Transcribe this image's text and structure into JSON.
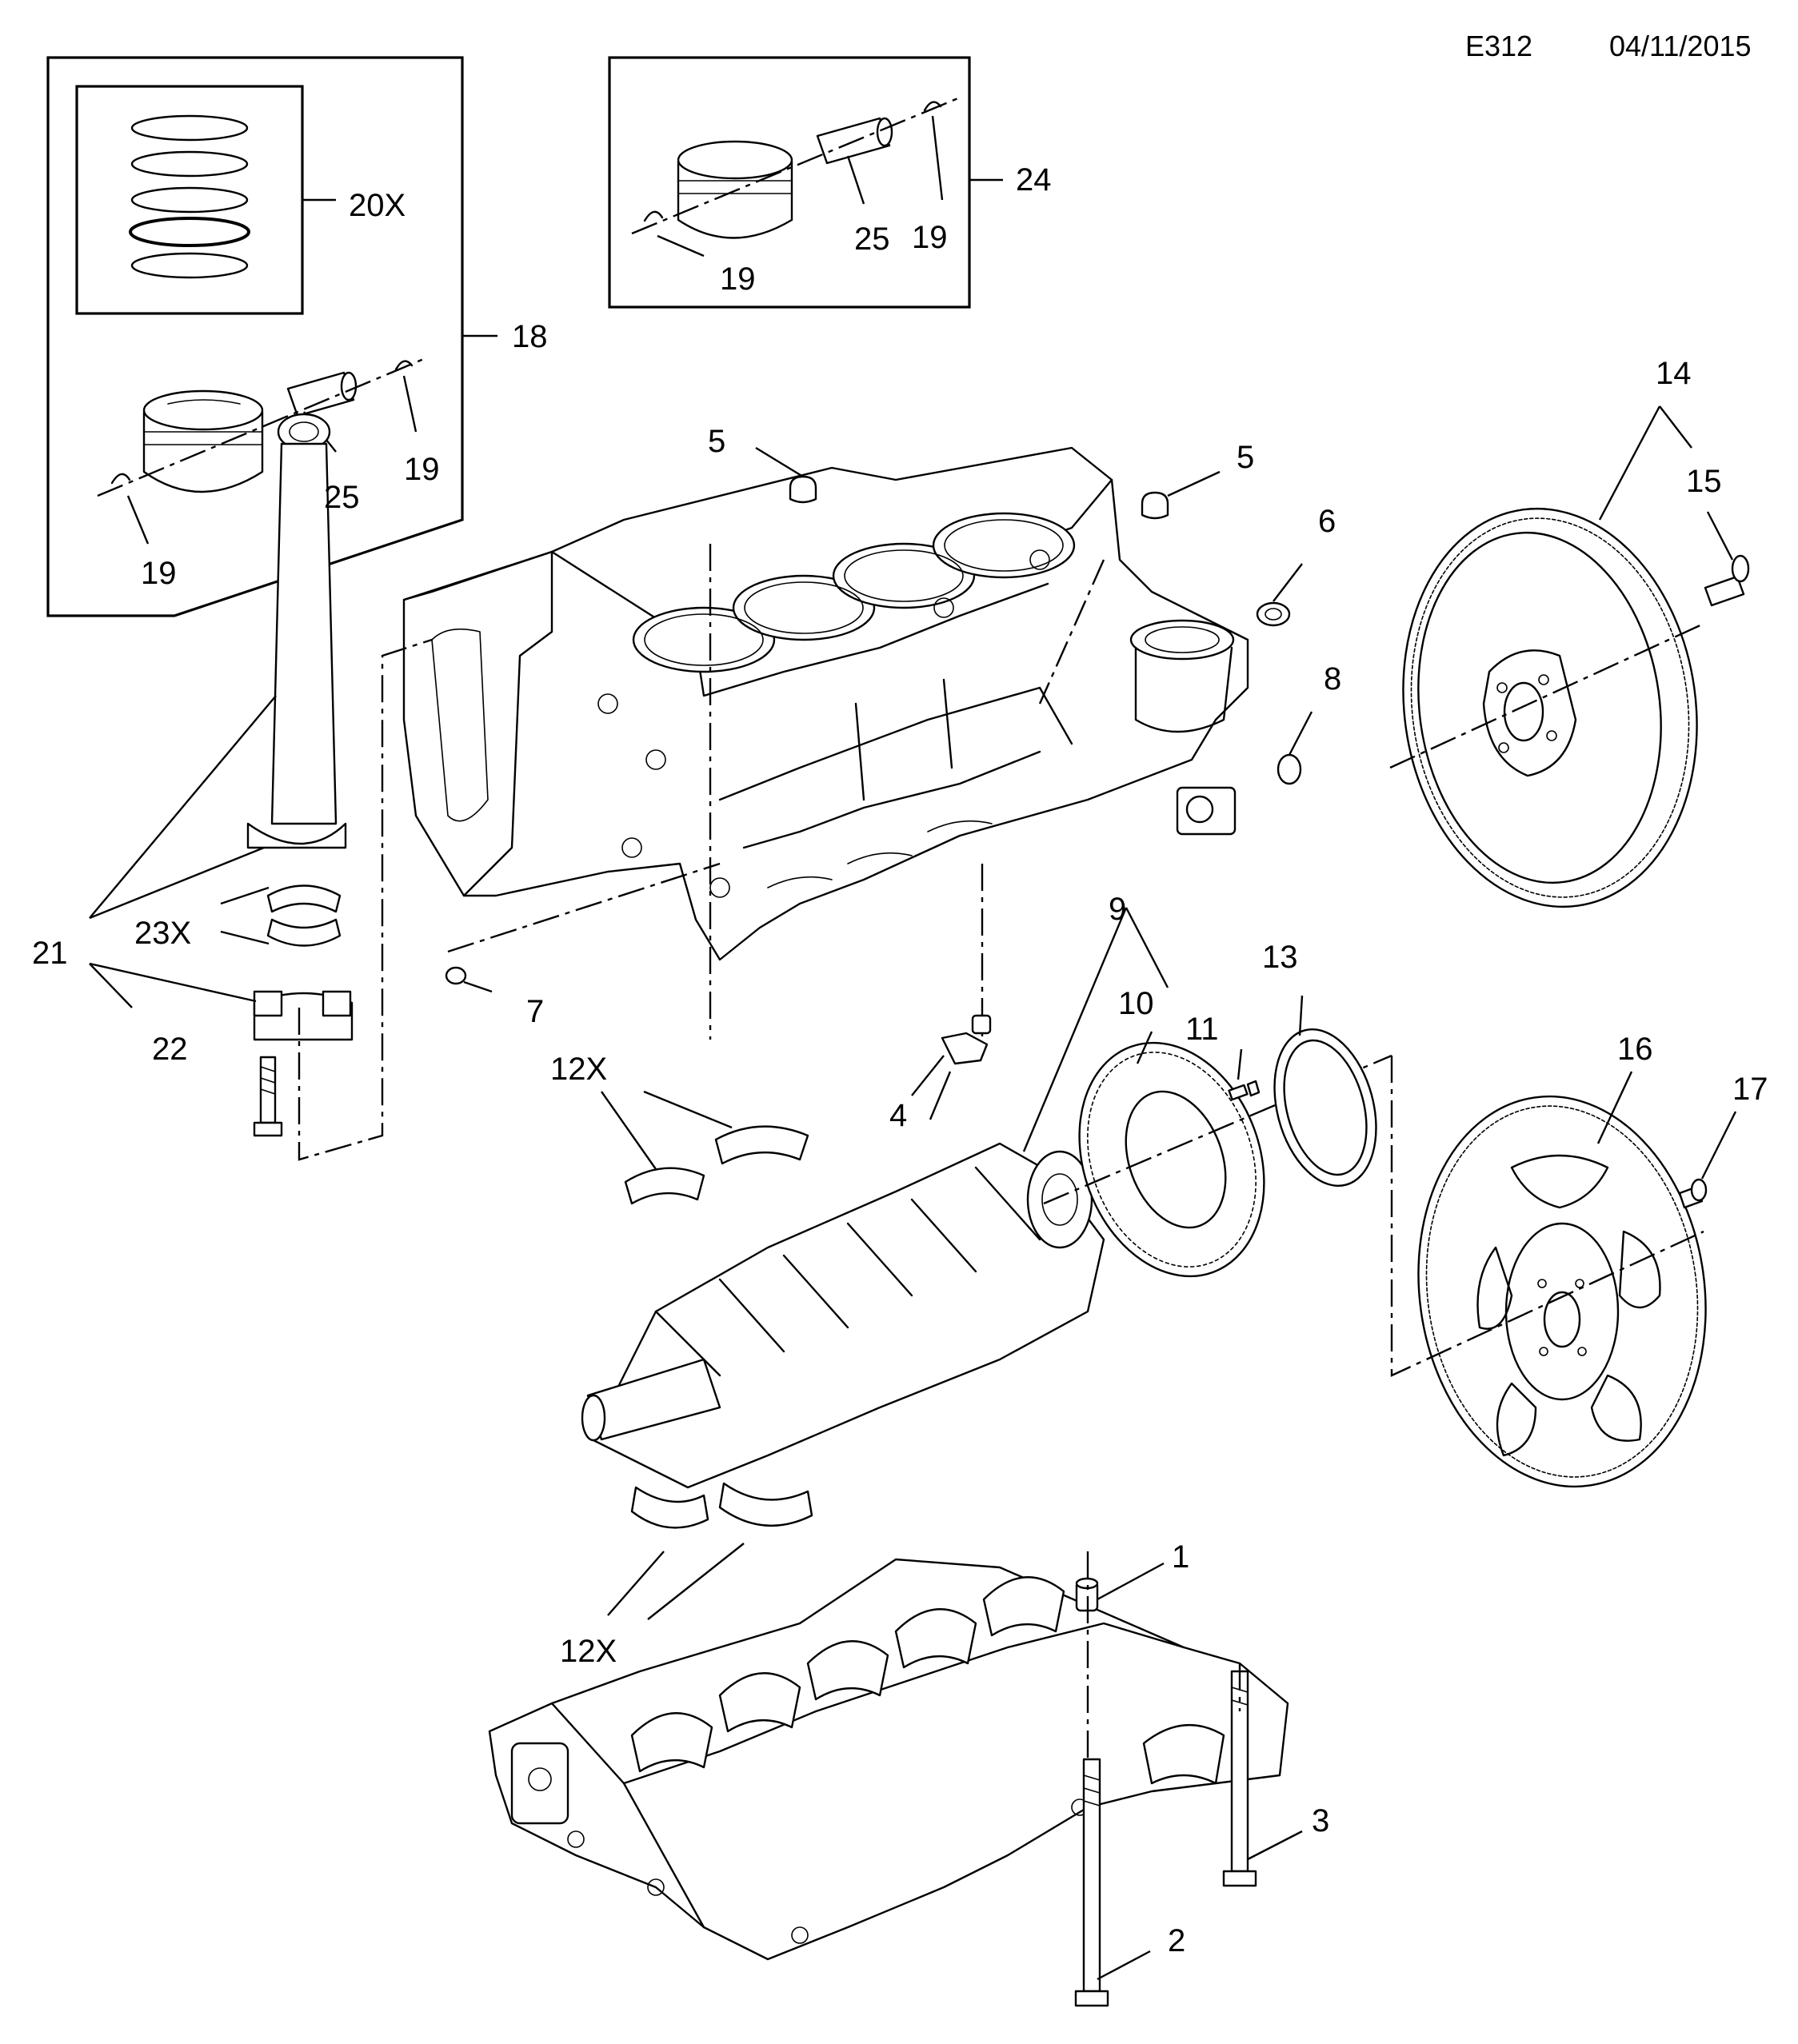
{
  "header": {
    "code": "E312",
    "date": "04/11/2015"
  },
  "callouts": {
    "c1": "1",
    "c2": "2",
    "c3": "3",
    "c4": "4",
    "c5a": "5",
    "c5b": "5",
    "c6": "6",
    "c7": "7",
    "c8": "8",
    "c9": "9",
    "c10": "10",
    "c11": "11",
    "c12a": "12X",
    "c12b": "12X",
    "c13": "13",
    "c14": "14",
    "c15": "15",
    "c16": "16",
    "c17": "17",
    "c18": "18",
    "c19a": "19",
    "c19b": "19",
    "c19c": "19",
    "c19d": "19",
    "c20": "20X",
    "c21": "21",
    "c22": "22",
    "c23": "23X",
    "c24": "24",
    "c25a": "25",
    "c25b": "25"
  }
}
